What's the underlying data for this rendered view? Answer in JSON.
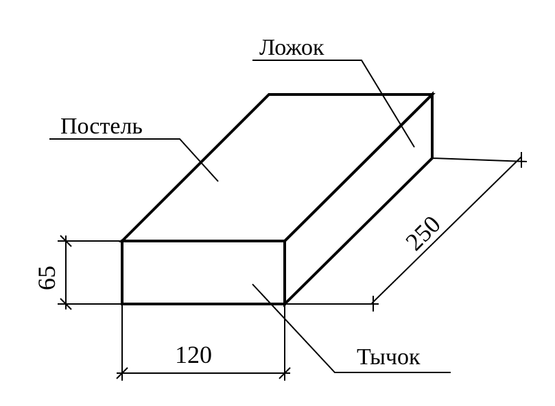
{
  "labels": {
    "top_face": "Постель",
    "long_side": "Ложок",
    "short_end": "Тычок"
  },
  "dimensions": {
    "height": "65",
    "width": "120",
    "length": "250"
  }
}
